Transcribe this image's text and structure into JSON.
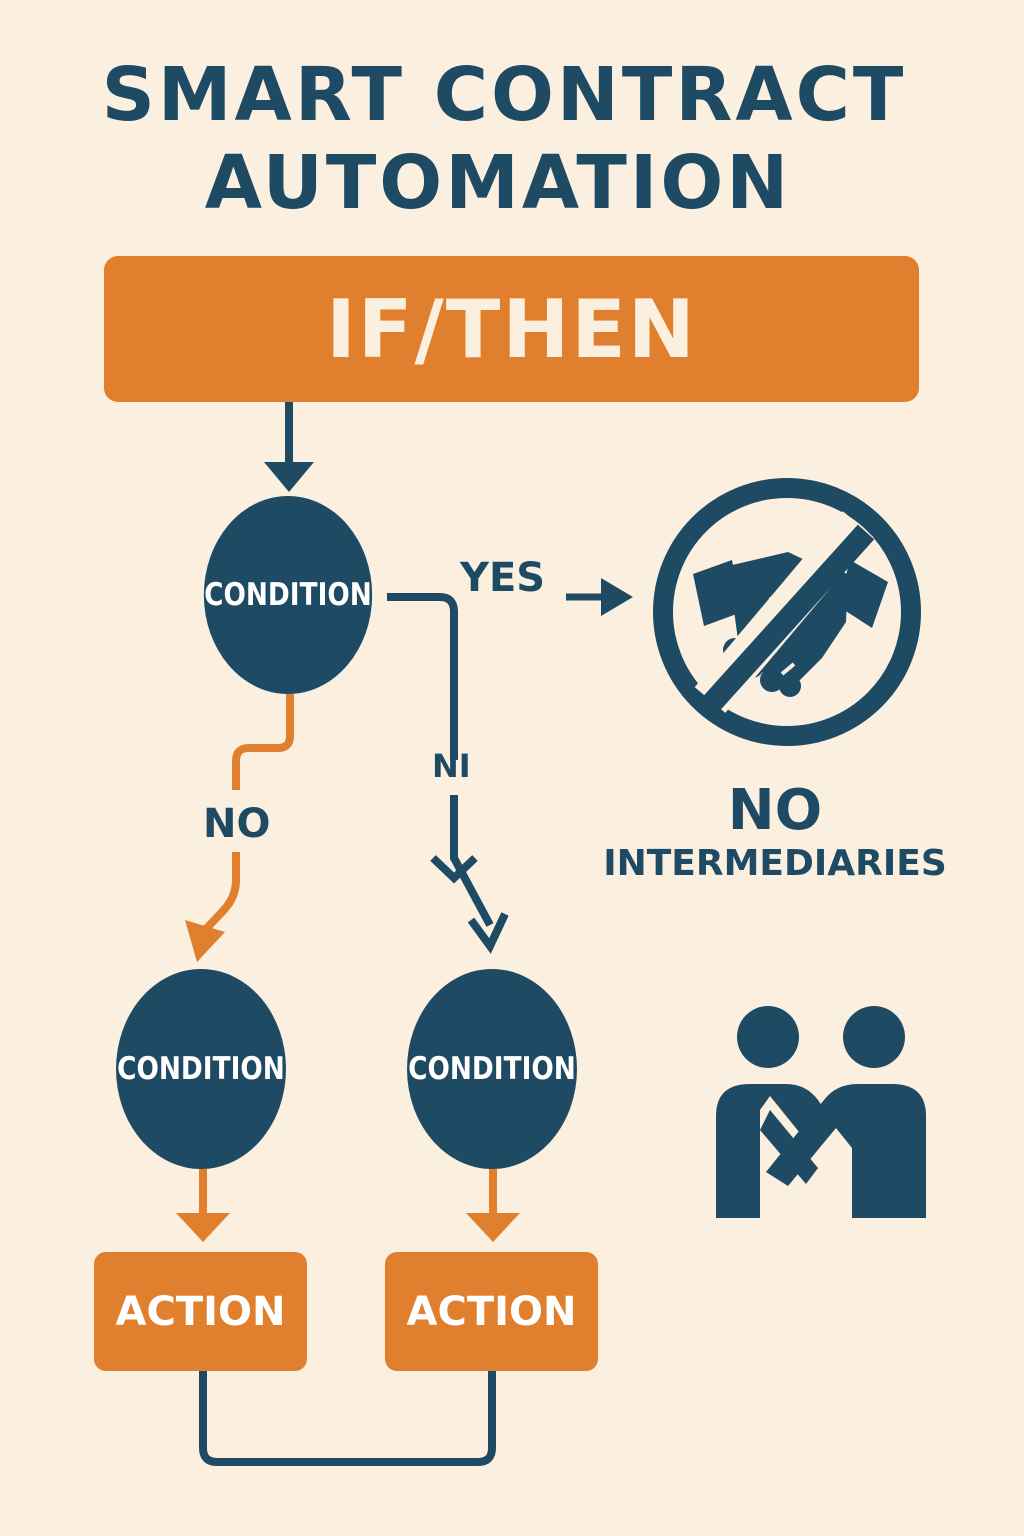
{
  "title": {
    "line1": "SMART CONTRACT",
    "line2": "AUTOMATION"
  },
  "header_box": {
    "label": "IF/THEN"
  },
  "nodes": [
    {
      "label": "CONDITION"
    },
    {
      "label": "CONDITION"
    },
    {
      "label": "CONDITION"
    }
  ],
  "actions": [
    {
      "label": "ACTION"
    },
    {
      "label": "ACTION"
    }
  ],
  "edge_labels": {
    "yes": "YES",
    "no": "NO",
    "ni": "NI"
  },
  "callout": {
    "heading": "NO",
    "subheading": "INTERMEDIARIES",
    "handshake_icon": "no-handshake-icon",
    "people_icon": "people-holding-hands-icon"
  },
  "colors": {
    "background": "#FBEFE0",
    "navy": "#1F4A63",
    "orange": "#E07F2D",
    "white": "#FFFFFF"
  }
}
